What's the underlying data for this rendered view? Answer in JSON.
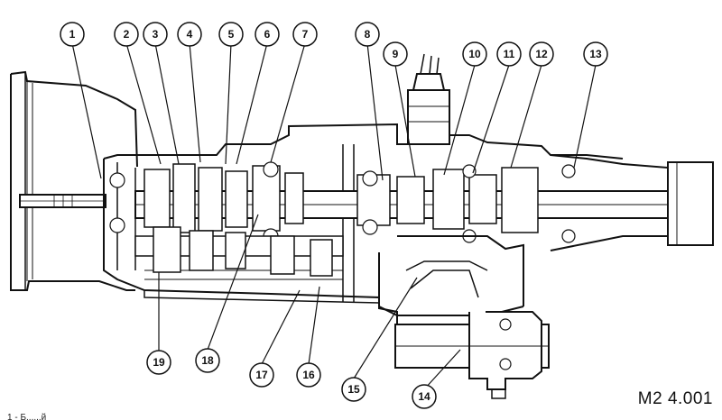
{
  "figure_id": "M2 4.001",
  "caption_fragment": "1 - Б......й",
  "callouts": [
    "1",
    "2",
    "3",
    "4",
    "5",
    "6",
    "7",
    "8",
    "9",
    "10",
    "11",
    "12",
    "13",
    "14",
    "15",
    "16",
    "17",
    "18",
    "19"
  ]
}
